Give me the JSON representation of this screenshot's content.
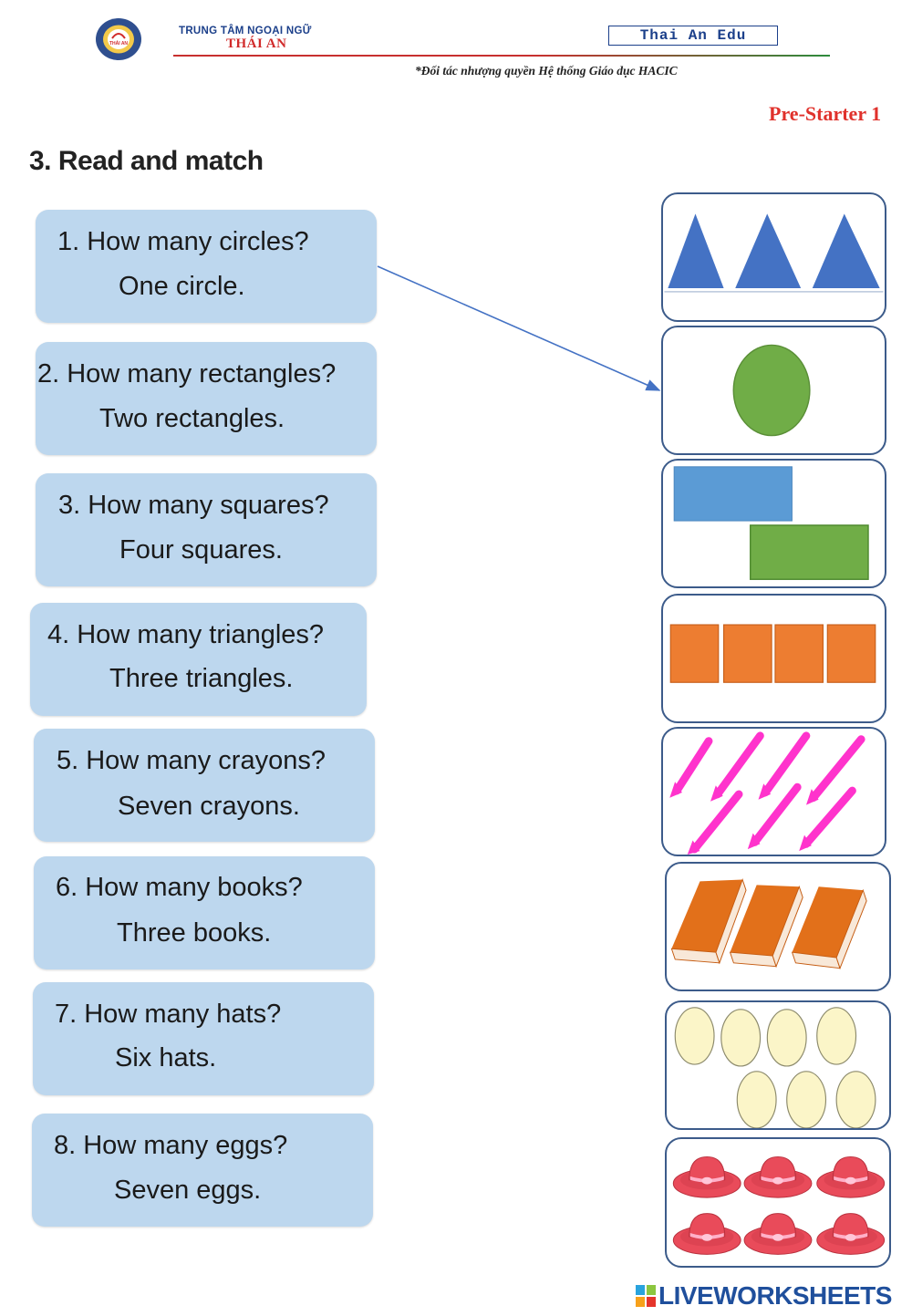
{
  "header": {
    "center_name_line1": "TRUNG TÂM NGOẠI NGỮ",
    "center_name_line2": "THÁI AN",
    "logo_text": "THÁI AN",
    "brand": "Thai An Edu",
    "partner_note": "*Đối tác nhượng quyền Hệ thống Giáo dục HACIC",
    "level": "Pre-Starter 1"
  },
  "exercise": {
    "title": "3. Read and match",
    "questions": [
      {
        "q": "1.   How many circles?",
        "a": "One circle."
      },
      {
        "q": "2. How many rectangles?",
        "a": "Two rectangles."
      },
      {
        "q": "3. How many squares?",
        "a": "Four squares."
      },
      {
        "q": "4. How many triangles?",
        "a": "Three triangles."
      },
      {
        "q": "5. How many crayons?",
        "a": "Seven crayons."
      },
      {
        "q": "6. How many books?",
        "a": "Three books."
      },
      {
        "q": "7. How many hats?",
        "a": "Six hats."
      },
      {
        "q": "8. How many eggs?",
        "a": "Seven eggs."
      }
    ],
    "pictures": [
      "three-triangles",
      "one-circle",
      "two-rectangles",
      "four-squares",
      "seven-crayons",
      "three-books",
      "seven-eggs",
      "six-hats"
    ],
    "colors": {
      "question_box": "#bdd7ee",
      "triangle": "#4472c4",
      "circle": "#70ad47",
      "rectangle_blue": "#5b9bd5",
      "rectangle_green": "#70ad47",
      "square": "#ed7d31",
      "crayon": "#ff33cc",
      "book": "#e2701a",
      "egg": "#fbf5c8",
      "hat": "#e94b5a",
      "arrow": "#4472c4"
    }
  },
  "footer": {
    "watermark": "LIVEWORKSHEETS"
  }
}
